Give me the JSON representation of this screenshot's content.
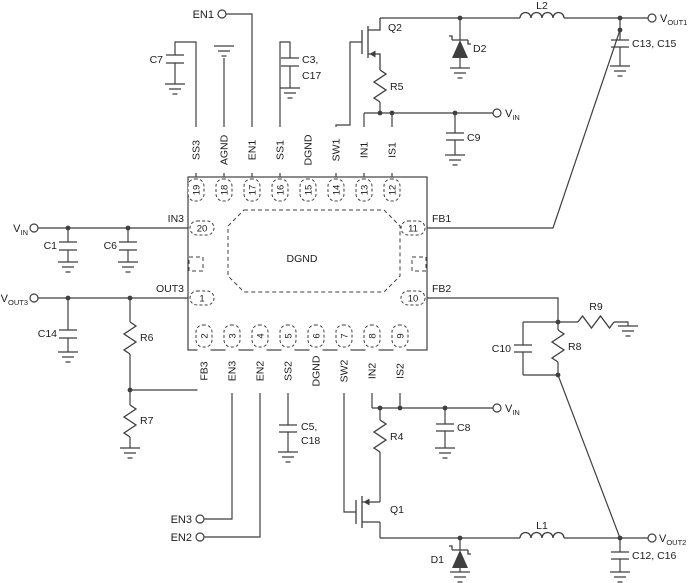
{
  "ic": {
    "pad_label": "DGND",
    "top_pins": [
      {
        "num": "19",
        "name": "SS3"
      },
      {
        "num": "18",
        "name": "AGND"
      },
      {
        "num": "17",
        "name": "EN1"
      },
      {
        "num": "16",
        "name": "SS1"
      },
      {
        "num": "15",
        "name": "DGND"
      },
      {
        "num": "14",
        "name": "SW1"
      },
      {
        "num": "13",
        "name": "IN1"
      },
      {
        "num": "12",
        "name": "IS1"
      }
    ],
    "bottom_pins": [
      {
        "num": "2",
        "name": "FB3"
      },
      {
        "num": "3",
        "name": "EN3"
      },
      {
        "num": "4",
        "name": "EN2"
      },
      {
        "num": "5",
        "name": "SS2"
      },
      {
        "num": "6",
        "name": "DGND"
      },
      {
        "num": "7",
        "name": "SW2"
      },
      {
        "num": "8",
        "name": "IN2"
      },
      {
        "num": "9",
        "name": "IS2"
      }
    ],
    "left_pins": [
      {
        "num": "20",
        "name": "IN3"
      },
      {
        "num": "1",
        "name": "OUT3"
      }
    ],
    "right_pins": [
      {
        "num": "11",
        "name": "FB1"
      },
      {
        "num": "10",
        "name": "FB2"
      }
    ]
  },
  "terminals": {
    "en1": "EN1",
    "en2": "EN2",
    "en3": "EN3",
    "vin": {
      "main": "V",
      "sub": "IN"
    },
    "vout1": {
      "main": "V",
      "sub": "OUT1"
    },
    "vout2": {
      "main": "V",
      "sub": "OUT2"
    },
    "vout3": {
      "main": "V",
      "sub": "OUT3"
    }
  },
  "components": {
    "c1": "C1",
    "c6": "C6",
    "c7": "C7",
    "c3a": "C3,",
    "c3b": "C17",
    "c14": "C14",
    "r6": "R6",
    "r7": "R7",
    "q2": "Q2",
    "r5": "R5",
    "d2": "D2",
    "c9": "C9",
    "l2": "L2",
    "c13_c15": "C13, C15",
    "r9": "R9",
    "r8": "R8",
    "c10": "C10",
    "c5a": "C5,",
    "c5b": "C18",
    "q1": "Q1",
    "r4": "R4",
    "c8": "C8",
    "d1": "D1",
    "l1": "L1",
    "c12_c16": "C12, C16"
  },
  "colors": {
    "wire": "#3f3f3f",
    "text": "#1c1c1c",
    "background": "#ffffff"
  }
}
